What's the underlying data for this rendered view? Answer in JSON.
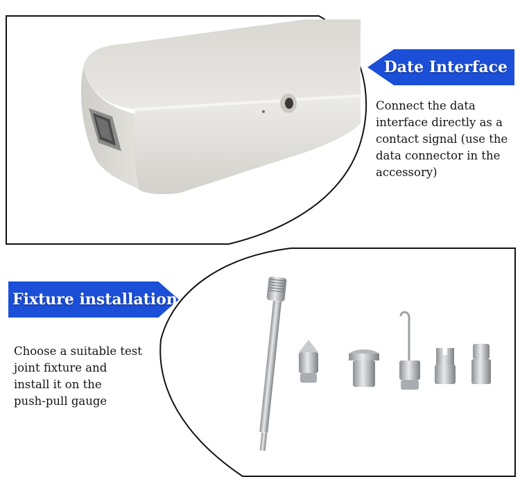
{
  "sections": {
    "date_interface": {
      "title": "Date Interface",
      "description_lines": [
        "Connect the data",
        "interface directly as a",
        "contact signal (use the",
        "data connector in the",
        "accessory)"
      ]
    },
    "fixture_installation": {
      "title": "Fixture installation",
      "description_lines": [
        "Choose a suitable test",
        "joint fixture and",
        "install it on the",
        "push-pull gauge"
      ]
    }
  },
  "colors": {
    "banner": "#1b4fd8",
    "device_body": "#e4e3de",
    "metal": "#b9bcc0",
    "frame": "#111111"
  },
  "icons": {
    "device_photo": "gauge-data-port-photo",
    "fixtures_photo": "test-fixtures-photo"
  }
}
